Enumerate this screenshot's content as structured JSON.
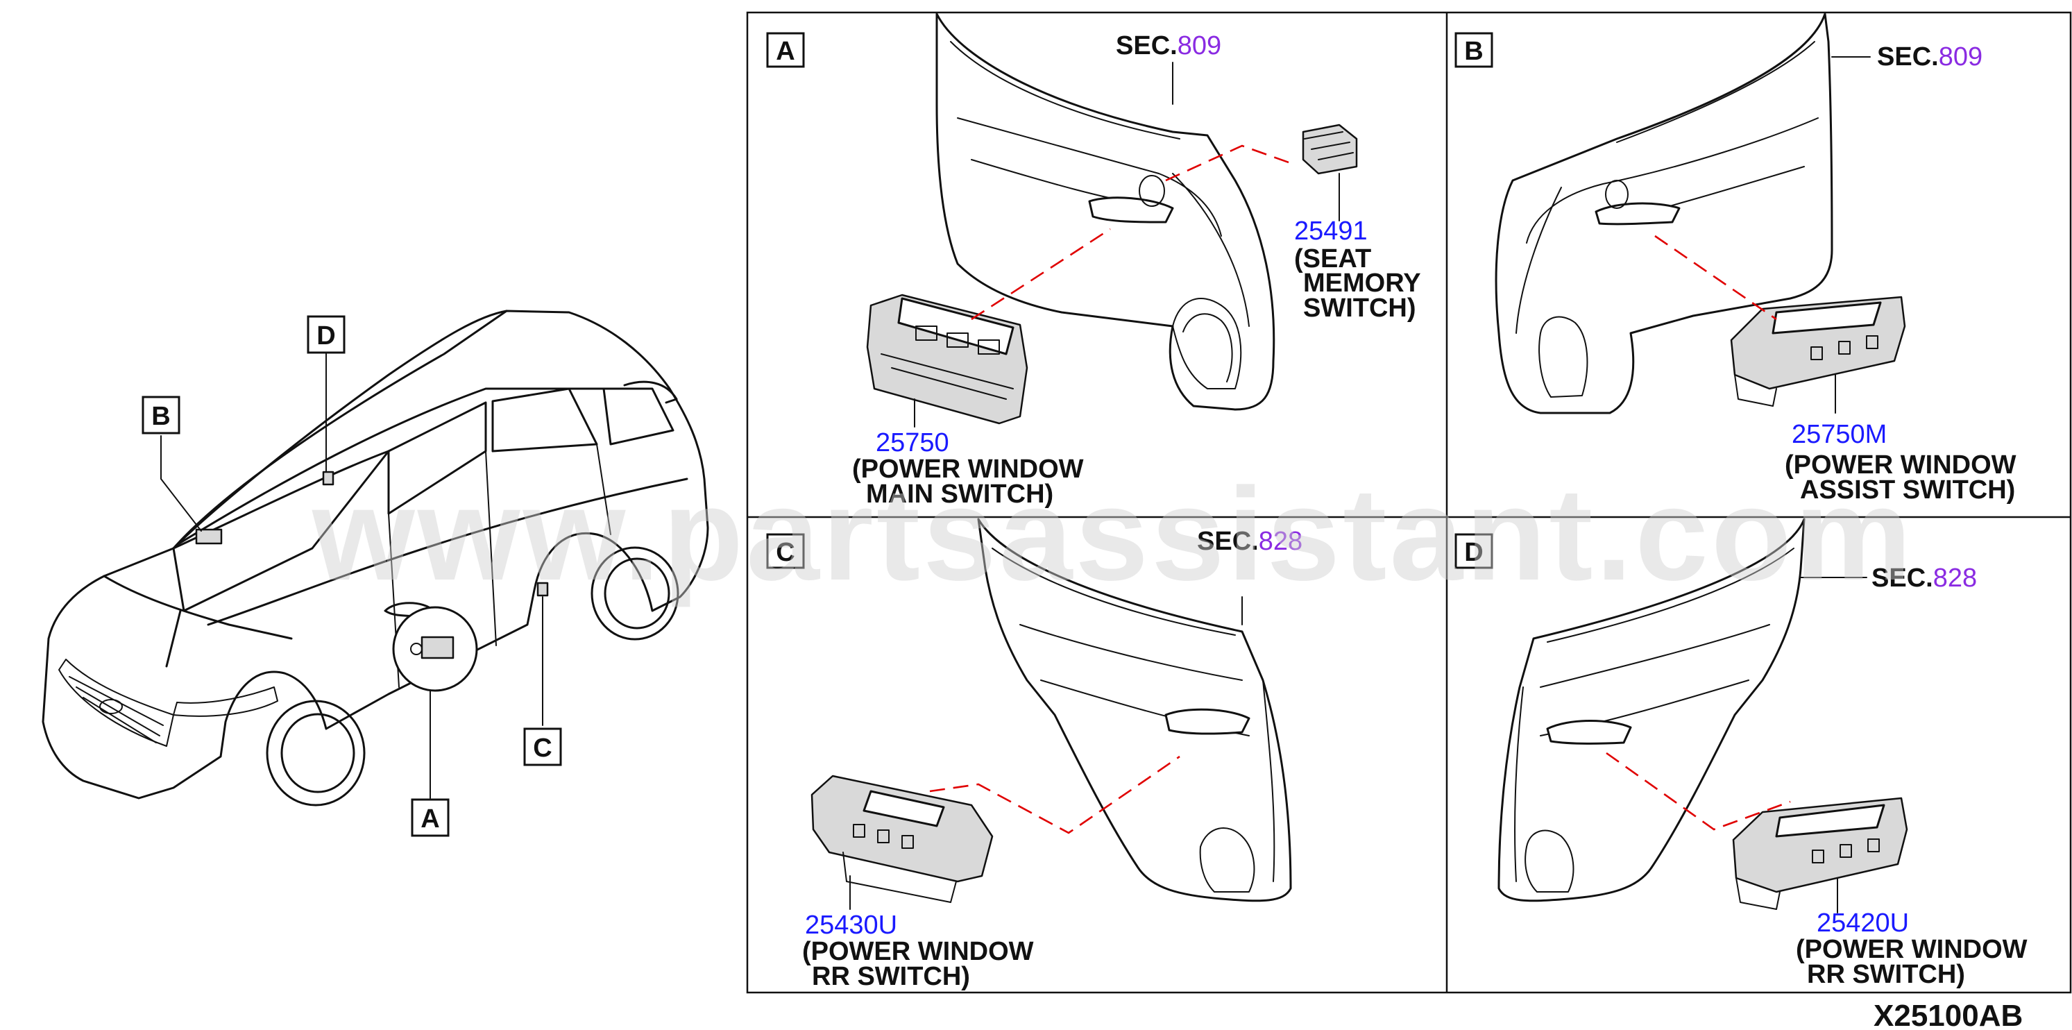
{
  "watermark": "www.partsassistant.com",
  "diagram_code": "X25100AB",
  "vehicle_callouts": [
    "A",
    "B",
    "C",
    "D"
  ],
  "panels": [
    {
      "id": "A",
      "sec_label": "SEC.",
      "sec_number": "809",
      "parts": [
        {
          "number": "25491",
          "desc_lines": [
            "(SEAT",
            "MEMORY",
            "SWITCH)"
          ]
        },
        {
          "number": "25750",
          "desc_lines": [
            "(POWER WINDOW",
            "MAIN SWITCH)"
          ]
        }
      ]
    },
    {
      "id": "B",
      "sec_label": "SEC.",
      "sec_number": "809",
      "parts": [
        {
          "number": "25750M",
          "desc_lines": [
            "(POWER WINDOW",
            "ASSIST SWITCH)"
          ]
        }
      ]
    },
    {
      "id": "C",
      "sec_label": "SEC.",
      "sec_number": "828",
      "parts": [
        {
          "number": "25430U",
          "desc_lines": [
            "(POWER WINDOW",
            "RR SWITCH)"
          ]
        }
      ]
    },
    {
      "id": "D",
      "sec_label": "SEC.",
      "sec_number": "828",
      "parts": [
        {
          "number": "25420U",
          "desc_lines": [
            "(POWER WINDOW",
            "RR SWITCH)"
          ]
        }
      ]
    }
  ]
}
